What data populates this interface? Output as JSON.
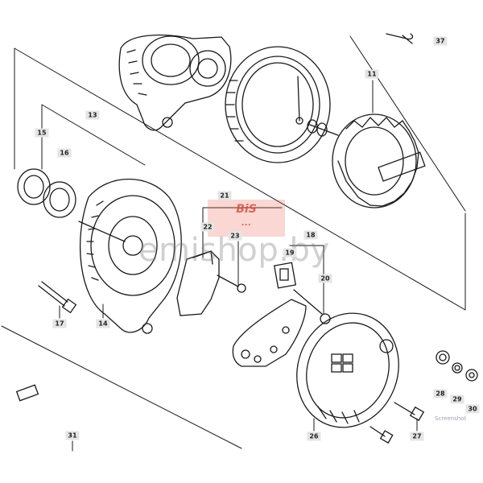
{
  "callouts": {
    "c11": "11",
    "c13": "13",
    "c14": "14",
    "c15": "15",
    "c16": "16",
    "c17": "17",
    "c18": "18",
    "c19": "19",
    "c20": "20",
    "c21": "21",
    "c22": "22",
    "c23": "23",
    "c26": "26",
    "c27": "27",
    "c28": "28",
    "c29": "29",
    "c30": "30",
    "c31": "31",
    "c37": "37"
  },
  "watermark": "emishop.by",
  "brand": {
    "line1": "BiS",
    "line2": "..."
  },
  "screenshot_logo": "Screenshot",
  "colors": {
    "ink": "#1a1a1a",
    "label_bg": "#e4e4e4",
    "brand_red": "#d6483a"
  }
}
